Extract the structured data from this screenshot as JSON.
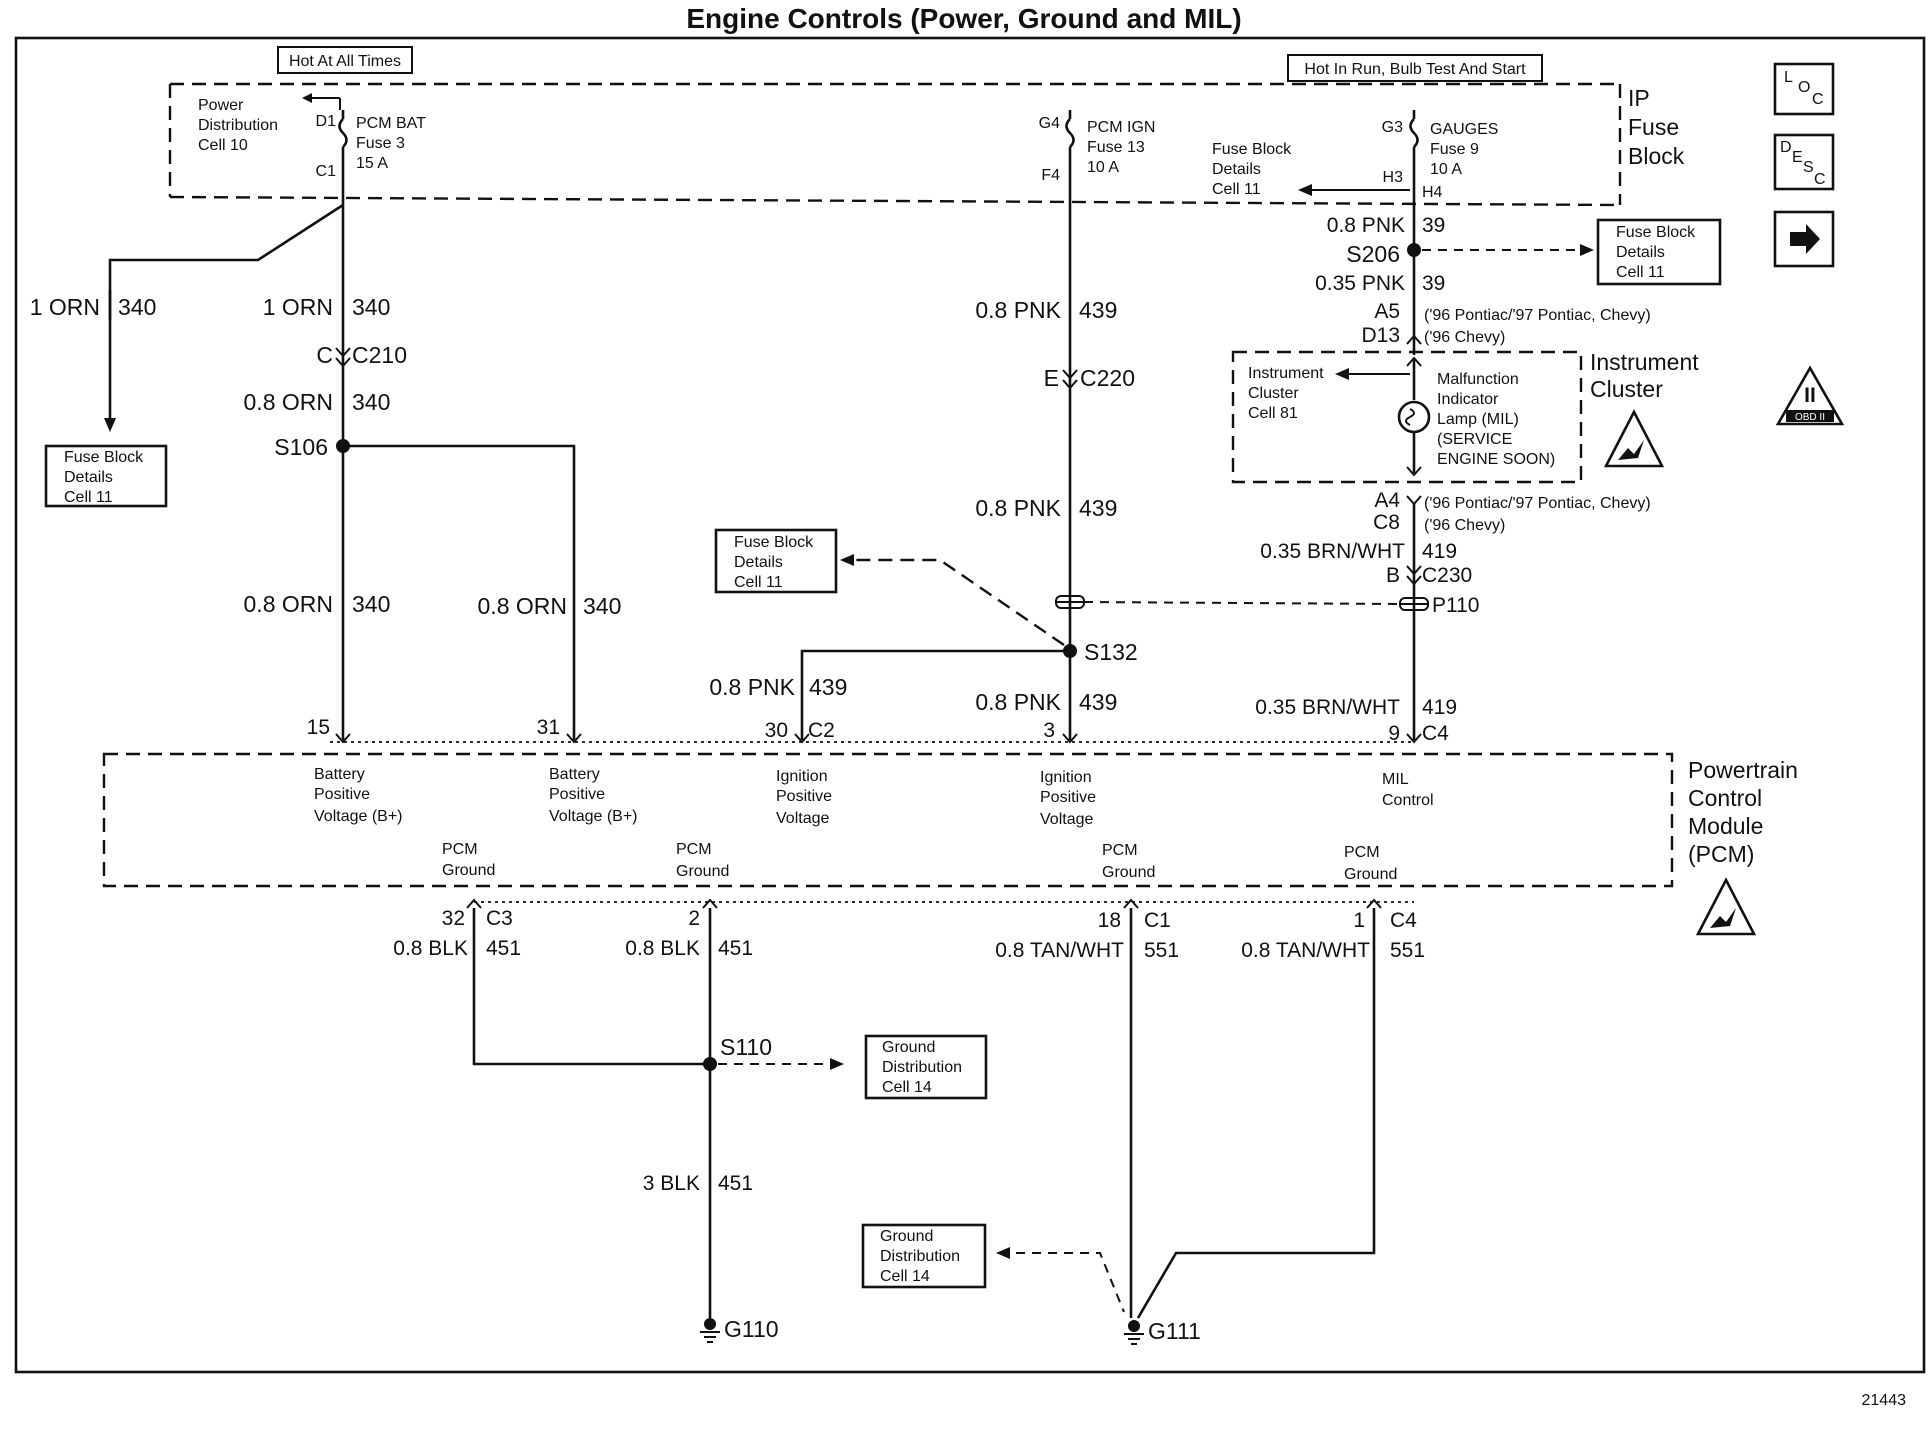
{
  "title": "Engine Controls (Power, Ground and MIL)",
  "figure_number": "21443",
  "power_labels": {
    "hot_at_all_times": "Hot At All Times",
    "hot_in_run": "Hot In Run, Bulb Test And Start"
  },
  "side_icons": {
    "loc_letters": [
      "L",
      "O",
      "C"
    ],
    "desc_letters": [
      "D",
      "E",
      "S",
      "C"
    ],
    "arrow_icon": "right-arrow-icon",
    "obd_label": "OBD II",
    "obd_numeral": "II"
  },
  "power_distribution": {
    "line1": "Power",
    "line2": "Distribution",
    "line3": "Cell 10"
  },
  "fuses": {
    "pcm_bat": {
      "name": "PCM BAT",
      "fuse": "Fuse 3",
      "amps": "15 A",
      "pin_top": "D1",
      "pin_bottom": "C1"
    },
    "pcm_ign": {
      "name": "PCM IGN",
      "fuse": "Fuse 13",
      "amps": "10 A",
      "pin_top": "G4",
      "pin_bottom": "F4"
    },
    "gauges": {
      "name": "GAUGES",
      "fuse": "Fuse 9",
      "amps": "10 A",
      "pin_top": "G3",
      "pin_h3": "H3",
      "pin_h4": "H4"
    }
  },
  "fuse_block_inner": {
    "line1": "Fuse Block",
    "line2": "Details",
    "line3": "Cell 11"
  },
  "ip_fuse_block": {
    "line1": "IP",
    "line2": "Fuse",
    "line3": "Block"
  },
  "reference_boxes": {
    "fuse_left": {
      "line1": "Fuse Block",
      "line2": "Details",
      "line3": "Cell 11"
    },
    "fuse_mid": {
      "line1": "Fuse Block",
      "line2": "Details",
      "line3": "Cell 11"
    },
    "fuse_right": {
      "line1": "Fuse Block",
      "line2": "Details",
      "line3": "Cell 11"
    },
    "ground_1": {
      "line1": "Ground",
      "line2": "Distribution",
      "line3": "Cell 14"
    },
    "ground_2": {
      "line1": "Ground",
      "line2": "Distribution",
      "line3": "Cell 14"
    }
  },
  "wires": {
    "w_1orn_left": {
      "gauge": "1 ORN",
      "circuit": "340"
    },
    "w_1orn": {
      "gauge": "1 ORN",
      "circuit": "340"
    },
    "w_08orn_a": {
      "gauge": "0.8 ORN",
      "circuit": "340"
    },
    "w_08orn_b": {
      "gauge": "0.8 ORN",
      "circuit": "340"
    },
    "w_08orn_c": {
      "gauge": "0.8 ORN",
      "circuit": "340"
    },
    "w_pnk_top": {
      "gauge": "0.8 PNK",
      "circuit": "439"
    },
    "w_pnk_mid": {
      "gauge": "0.8 PNK",
      "circuit": "439"
    },
    "w_pnk_bottom": {
      "gauge": "0.8 PNK",
      "circuit": "439"
    },
    "w_pnk_left": {
      "gauge": "0.8 PNK",
      "circuit": "439"
    },
    "w_pnk39_a": {
      "gauge": "0.8 PNK",
      "circuit": "39"
    },
    "w_pnk39_b": {
      "gauge": "0.35 PNK",
      "circuit": "39"
    },
    "w_brn_a": {
      "gauge": "0.35 BRN/WHT",
      "circuit": "419"
    },
    "w_brn_b": {
      "gauge": "0.35 BRN/WHT",
      "circuit": "419"
    },
    "w_blk_c3": {
      "gauge": "0.8 BLK",
      "circuit": "451"
    },
    "w_blk_2": {
      "gauge": "0.8 BLK",
      "circuit": "451"
    },
    "w_blk_3": {
      "gauge": "3 BLK",
      "circuit": "451"
    },
    "w_tan_c1": {
      "gauge": "0.8 TAN/WHT",
      "circuit": "551"
    },
    "w_tan_c4": {
      "gauge": "0.8 TAN/WHT",
      "circuit": "551"
    }
  },
  "connectors": {
    "c210": {
      "pin": "C",
      "name": "C210"
    },
    "c220": {
      "pin": "E",
      "name": "C220"
    },
    "c230": {
      "pin": "B",
      "name": "C230"
    },
    "a5": {
      "pin": "A5",
      "note": "('96 Pontiac/'97 Pontiac, Chevy)"
    },
    "d13": {
      "pin": "D13",
      "note": "('96 Chevy)"
    },
    "a4": {
      "pin": "A4",
      "note": "('96 Pontiac/'97 Pontiac, Chevy)"
    },
    "c8": {
      "pin": "C8",
      "note": "('96 Chevy)"
    },
    "p110": "P110"
  },
  "splices": {
    "s106": "S106",
    "s206": "S206",
    "s132": "S132",
    "s110": "S110"
  },
  "instrument_cluster": {
    "ref_line1": "Instrument",
    "ref_line2": "Cluster",
    "ref_line3": "Cell 81",
    "lamp_lines": [
      "Malfunction",
      "Indicator",
      "Lamp (MIL)",
      "(SERVICE",
      "ENGINE SOON)"
    ],
    "title_line1": "Instrument",
    "title_line2": "Cluster"
  },
  "pcm_pins": {
    "p15": "15",
    "p31": "31",
    "p30": "30",
    "c2": "C2",
    "p3": "3",
    "p9": "9",
    "c4": "C4",
    "p32": "32",
    "c3": "C3",
    "p2": "2",
    "p18": "18",
    "c1": "C1",
    "p1": "1",
    "c4_bottom": "C4"
  },
  "pcm": {
    "title_lines": [
      "Powertrain",
      "Control",
      "Module",
      "(PCM)"
    ],
    "functions": {
      "bat1": [
        "Battery",
        "Positive",
        "Voltage (B+)"
      ],
      "bat2": [
        "Battery",
        "Positive",
        "Voltage (B+)"
      ],
      "ign1": [
        "Ignition",
        "Positive",
        "Voltage"
      ],
      "ign2": [
        "Ignition",
        "Positive",
        "Voltage"
      ],
      "mil": [
        "MIL",
        "Control"
      ],
      "gnd1": [
        "PCM",
        "Ground"
      ],
      "gnd2": [
        "PCM",
        "Ground"
      ],
      "gnd3": [
        "PCM",
        "Ground"
      ],
      "gnd4": [
        "PCM",
        "Ground"
      ]
    }
  },
  "grounds": {
    "g110": "G110",
    "g111": "G111"
  }
}
